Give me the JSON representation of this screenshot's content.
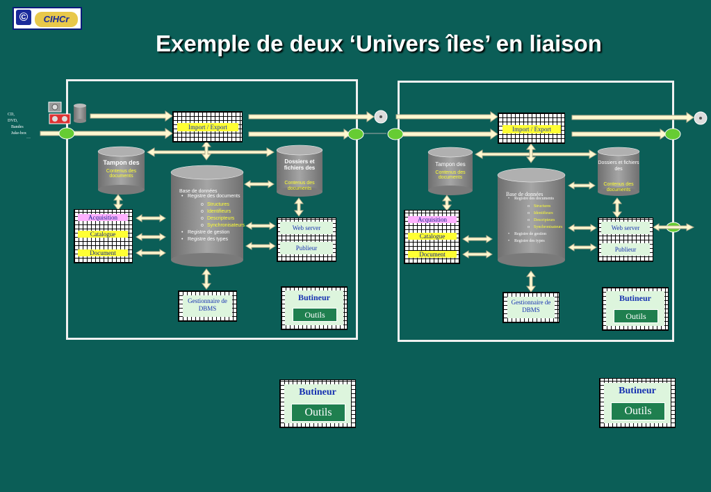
{
  "logo": {
    "symbol": "©",
    "word": "CIHCr"
  },
  "title": "Exemple de deux ‘Univers îles’ en liaison",
  "side_labels": [
    "CD,",
    "DVD,",
    "Bandes",
    "Juke-box",
    "…"
  ],
  "left": {
    "import_export": "Import / Export",
    "tampon_title": "Tampon des",
    "tampon_sub": "Contenus des documents",
    "dossiers_title": "Dossiers et fichiers des",
    "dossiers_sub": "Contenus des documents",
    "db_title": "Base de données",
    "db_registre_docs": "Registre des documents",
    "db_structures": "Structures",
    "db_identifiers": "Identifieurs",
    "db_descripteurs": "Descripteurs",
    "db_synchronisateurs": "Synchronisateurs",
    "db_registre_gestion": "Registre de gestion",
    "db_registre_types": "Registre des types",
    "acquisition": "Acquisition",
    "catalogue": "Catalogue",
    "document": "Document",
    "web_server": "Web server",
    "publieur": "Publieur",
    "gestionnaire": "Gestionnaire de DBMS",
    "butineur": "Butineur",
    "outils": "Outils"
  },
  "right": {
    "import_export": "Import / Export",
    "tampon_title": "Tampon des",
    "tampon_sub": "Contenus des documents",
    "dossiers_title": "Dossiers et fichiers des",
    "dossiers_sub": "Contenus des documents",
    "db_title": "Base de données",
    "db_registre_docs": "Registre des documents",
    "db_structures": "Structures",
    "db_identifiers": "Identifieurs",
    "db_descripteurs": "Descripteurs",
    "db_synchronisateurs": "Synchronisateurs",
    "db_registre_gestion": "Registre de gestion",
    "db_registre_types": "Registre des types",
    "acquisition": "Acquisition",
    "catalogue": "Catalogue",
    "document": "Document",
    "web_server": "Web server",
    "publieur": "Publieur",
    "gestionnaire": "Gestionnaire de DBMS",
    "butineur": "Butineur",
    "outils": "Outils"
  },
  "bottom_left": {
    "butineur": "Butineur",
    "outils": "Outils"
  },
  "bottom_right": {
    "butineur": "Butineur",
    "outils": "Outils"
  },
  "colors": {
    "background": "#0b5e57",
    "panel_border": "#f0f0f0",
    "label_yellow": "#ffff33",
    "label_pink": "#ffb0ff",
    "node_green": "#66cc33",
    "cylinder_gray": "#8a8a8a",
    "arrow_fill": "#fff8d0"
  }
}
